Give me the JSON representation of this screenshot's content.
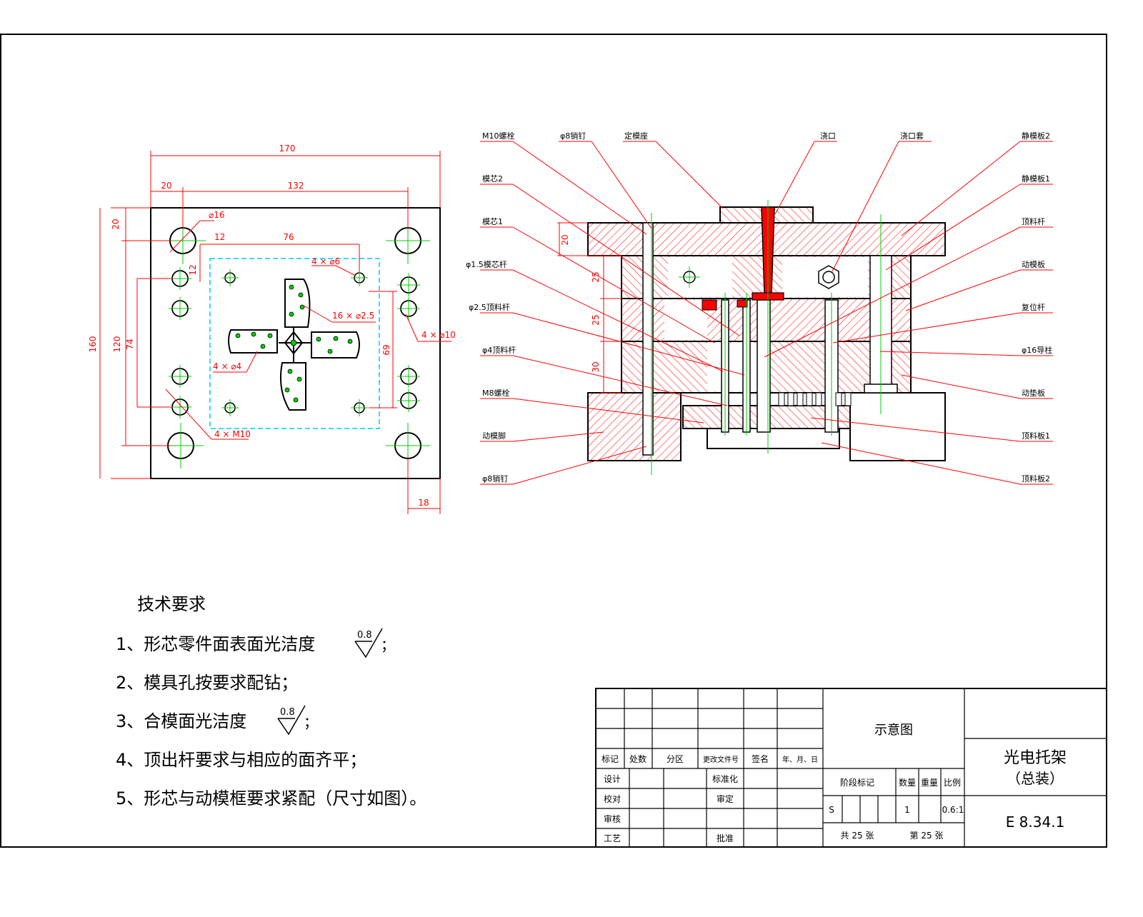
{
  "colors": {
    "outline": "#000000",
    "dim": "#ff0000",
    "center": "#00cc00",
    "cavity": "#00ccff",
    "hatch": "#ff0000",
    "fill_red": "#ff0000"
  },
  "plan_view": {
    "dims": {
      "total_width": "170",
      "left_offset": "20",
      "guide_span": "132",
      "top_offset": "20",
      "dia16": "⌀16",
      "d12a": "12",
      "d76": "76",
      "d12b": "12",
      "holes_4x6": "4 × ⌀6",
      "holes_16x25": "16 × ⌀2.5",
      "holes_4x10": "4 × ⌀10",
      "holes_4x4": "4 × ⌀4",
      "d69": "69",
      "d160": "160",
      "d120": "120",
      "d74": "74",
      "m10": "4 × M10",
      "d18": "18"
    }
  },
  "section_view": {
    "dims": {
      "d20": "20",
      "d25a": "25",
      "d25b": "25",
      "d30": "30"
    },
    "labels_left": [
      "M10螺栓",
      "模芯2",
      "模芯1",
      "φ1.5模芯杆",
      "φ2.5顶料杆",
      "φ4顶料杆",
      "M8螺栓",
      "动模脚",
      "φ8销钉"
    ],
    "labels_left_top": [
      "φ8销钉",
      "定模座"
    ],
    "labels_top": [
      "浇口",
      "浇口套"
    ],
    "labels_right": [
      "静模板2",
      "静模板1",
      "顶料杆",
      "动模板",
      "复位杆",
      "φ16导柱",
      "动垫板",
      "顶料板1",
      "顶料板2"
    ]
  },
  "tech_requirements": {
    "title": "技术要求",
    "items": [
      "1、形芯零件面表面光洁度",
      "2、模具孔按要求配钻；",
      "3、合模面光洁度",
      "4、顶出杆要求与相应的面齐平；",
      "5、形芯与动模框要求紧配（尺寸如图）。"
    ],
    "roughness_1": "0.8",
    "roughness_3": "0.8",
    "suffix_1": "；",
    "suffix_3": "；"
  },
  "title_block": {
    "drawing_name": "示意图",
    "product": "光电托架",
    "product_sub": "（总装）",
    "drawing_no": "E 8.34.1",
    "header_row": [
      "标记",
      "处数",
      "分区",
      "更改文件号",
      "签名",
      "年、月、日"
    ],
    "roles": [
      "设计",
      "校对",
      "审核",
      "工艺"
    ],
    "role_mid": [
      "标准化",
      "审定",
      "",
      "批准"
    ],
    "stage_label": "阶段标记",
    "qty_label": "数量",
    "weight_label": "重量",
    "scale_label": "比例",
    "stage_value": "S",
    "qty_value": "1",
    "scale_value": "0.6:1",
    "sheets_total": "共  25  张",
    "sheet_no": "第  25  张"
  }
}
